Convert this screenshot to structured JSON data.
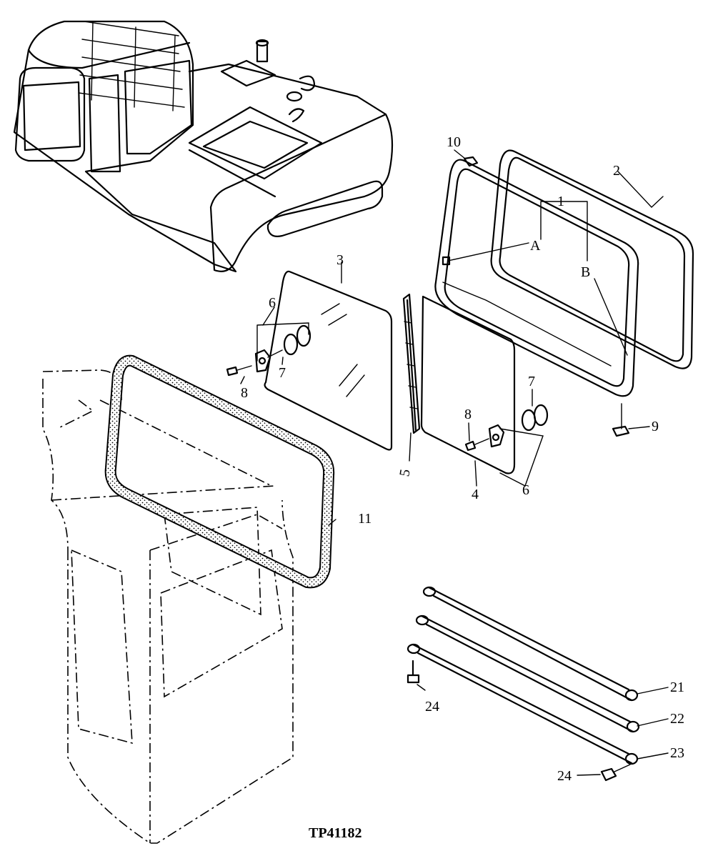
{
  "figure_id": "TP41182",
  "callouts": {
    "c1": "1",
    "c2": "2",
    "c3": "3",
    "c4": "4",
    "c5": "5",
    "c6a": "6",
    "c6b": "6",
    "c7a": "7",
    "c7b": "7",
    "c8a": "8",
    "c8b": "8",
    "c9": "9",
    "c10": "10",
    "c11": "11",
    "cA": "A",
    "cB": "B",
    "c21": "21",
    "c22": "22",
    "c23": "23",
    "c24a": "24",
    "c24b": "24"
  }
}
